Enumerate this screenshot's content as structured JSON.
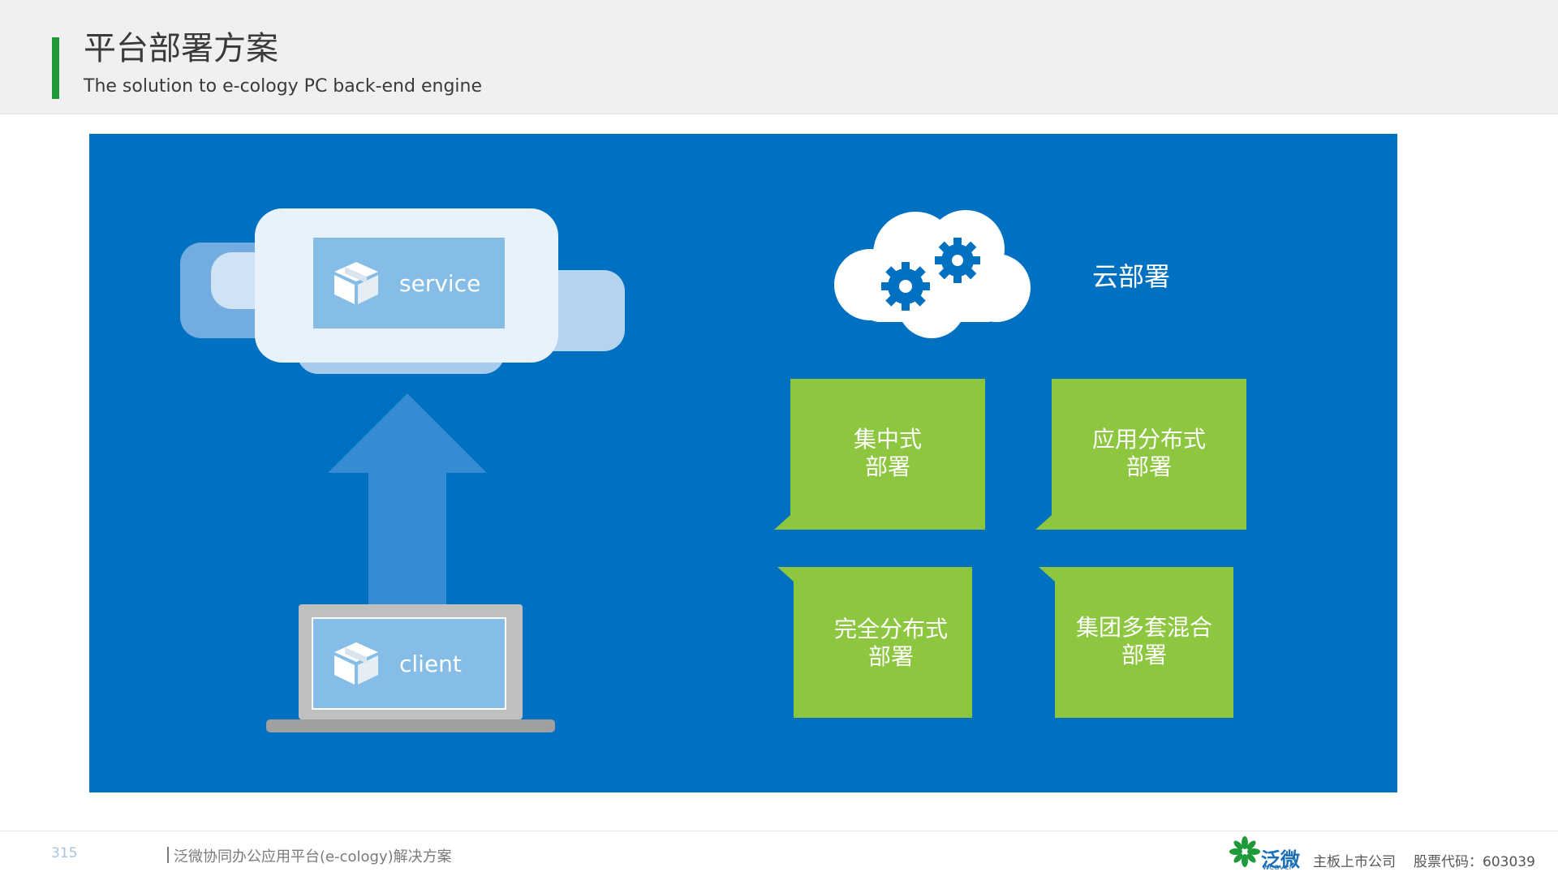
{
  "header": {
    "title": "平台部署方案",
    "subtitle": "The solution to e-cology PC back-end engine",
    "accent_color": "#1e9a3a"
  },
  "panel": {
    "background": "#0070c0",
    "service_box": {
      "label": "service",
      "icon": "package-icon"
    },
    "client_box": {
      "label": "client",
      "icon": "package-icon"
    },
    "arrow_icon": "up-arrow-icon",
    "laptop_icon": "laptop-icon",
    "cloud": {
      "label": "云部署",
      "icon": "cloud-gears-icon"
    },
    "options": [
      {
        "line1": "集中式",
        "line2": "部署"
      },
      {
        "line1": "应用分布式",
        "line2": "部署"
      },
      {
        "line1": "完全分布式",
        "line2": "部署"
      },
      {
        "line1": "集团多套混合",
        "line2": "部署"
      }
    ],
    "option_color": "#8dc63f"
  },
  "footer": {
    "page_number": "315",
    "text": "泛微协同办公应用平台(e-cology)解决方案",
    "logo_text": "泛微",
    "logo_sub": "weaver",
    "company_type": "主板上市公司",
    "stock_code": "股票代码：603039"
  }
}
